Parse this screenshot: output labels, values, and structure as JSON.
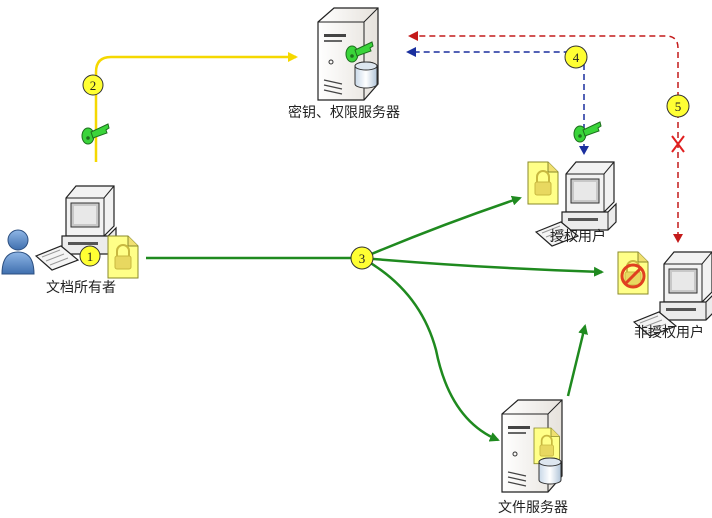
{
  "diagram": {
    "nodes": {
      "key_server": {
        "label": "密钥、权限服务器",
        "type": "server-with-key"
      },
      "owner": {
        "label": "文档所有者",
        "type": "workstation-with-user"
      },
      "authorized_user": {
        "label": "授权用户",
        "type": "workstation"
      },
      "unauthorized_user": {
        "label": "非授权用户",
        "type": "workstation"
      },
      "file_server": {
        "label": "文件服务器",
        "type": "server-with-document"
      }
    },
    "steps": [
      "1",
      "2",
      "3",
      "4",
      "5"
    ],
    "edges": [
      {
        "from": "owner",
        "to": "key_server",
        "step": "2",
        "style": "solid",
        "color": "#f5d800",
        "carries": "key"
      },
      {
        "from": "owner",
        "to": "authorized_user",
        "step": "3",
        "style": "solid",
        "color": "#1f8a1f"
      },
      {
        "from": "owner",
        "to": "unauthorized_user",
        "step": "3",
        "style": "solid",
        "color": "#1f8a1f"
      },
      {
        "from": "owner",
        "to": "file_server",
        "step": "3",
        "style": "solid",
        "color": "#1f8a1f"
      },
      {
        "from": "file_server",
        "to": "unauthorized_user",
        "style": "solid",
        "color": "#1f8a1f"
      },
      {
        "from": "authorized_user",
        "to": "key_server",
        "step": "4",
        "style": "dashed",
        "color": "#1a2f9e",
        "returns": "key"
      },
      {
        "from": "unauthorized_user",
        "to": "key_server",
        "step": "5",
        "style": "dashed",
        "color": "#c41a1a",
        "denied": true
      }
    ],
    "colors": {
      "step_badge": "#ffff33",
      "key": "#3ad43a",
      "document": "#ffff88",
      "user": "#5b8fcf"
    }
  }
}
